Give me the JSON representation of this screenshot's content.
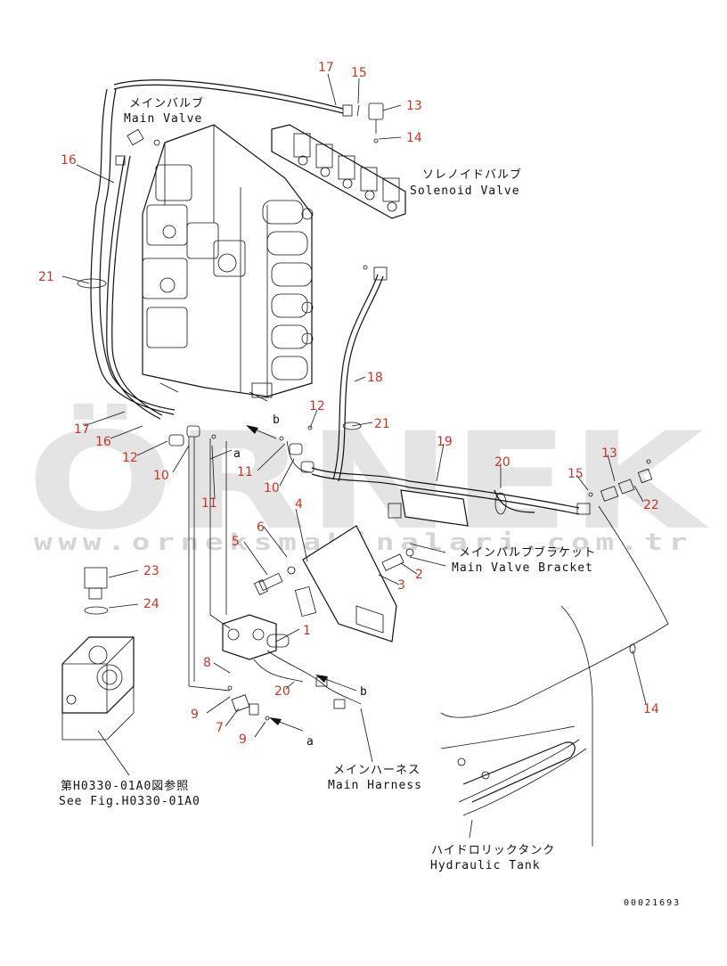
{
  "callouts": {
    "c1": "1",
    "c2": "2",
    "c3": "3",
    "c4": "4",
    "c5": "5",
    "c6": "6",
    "c7": "7",
    "c8": "8",
    "c9a": "9",
    "c9b": "9",
    "c10a": "10",
    "c10b": "10",
    "c11a": "11",
    "c11b": "11",
    "c12a": "12",
    "c12b": "12",
    "c13a": "13",
    "c13b": "13",
    "c14a": "14",
    "c14b": "14",
    "c15a": "15",
    "c15b": "15",
    "c16a": "16",
    "c16b": "16",
    "c17a": "17",
    "c17b": "17",
    "c18": "18",
    "c19": "19",
    "c20a": "20",
    "c20b": "20",
    "c21a": "21",
    "c21b": "21",
    "c22": "22",
    "c23": "23",
    "c24": "24"
  },
  "markers": {
    "a1": "a",
    "a2": "a",
    "b1": "b",
    "b2": "b"
  },
  "labels": {
    "main_valve_jp": "メインバルブ",
    "main_valve_en": "Main Valve",
    "solenoid_jp": "ソレノイドバルブ",
    "solenoid_en": "Solenoid Valve",
    "bracket_jp": "メインバルブブラケット",
    "bracket_en": "Main Valve Bracket",
    "harness_jp": "メインハーネス",
    "harness_en": "Main Harness",
    "tank_jp": "ハイドロリックタンク",
    "tank_en": "Hydraulic Tank",
    "ref_jp": "第H0330-01A0図参照",
    "ref_en": "See Fig.H0330-01A0"
  },
  "watermark": {
    "brand": "ÖRNEK",
    "url": "www.orneksmakinalari.com.tr"
  },
  "drawing_code": "00021693",
  "colors": {
    "callout": "#c0392b",
    "ink": "#111111",
    "watermark": "#cfcfcf"
  }
}
